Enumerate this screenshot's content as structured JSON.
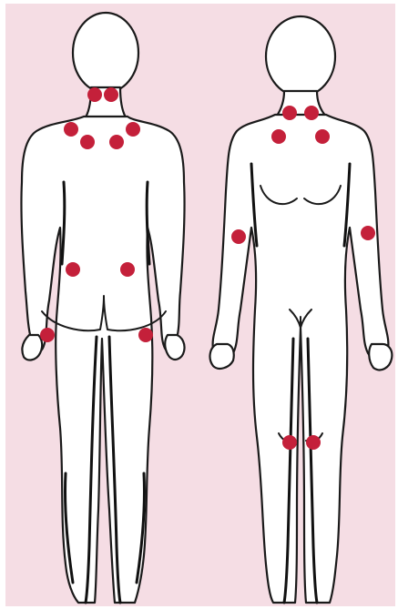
{
  "figure": {
    "background_color": "#f5dde4",
    "figure_fill": "#ffffff",
    "outline_color": "#1a1a1a",
    "marker_color": "#c4203a",
    "views": [
      {
        "name": "back-view"
      },
      {
        "name": "front-view"
      }
    ],
    "tender_point_count": 18
  }
}
